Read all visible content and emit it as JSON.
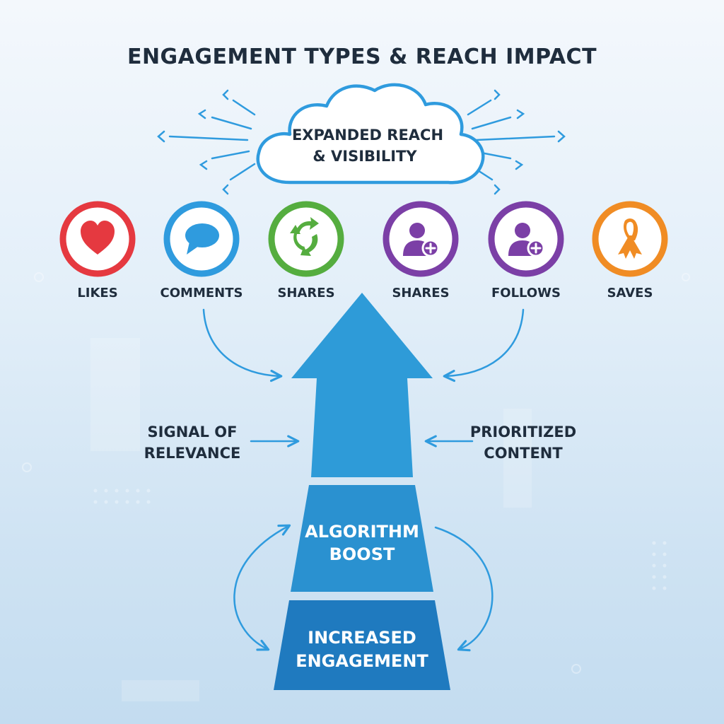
{
  "title": "ENGAGEMENT TYPES & REACH IMPACT",
  "cloud": {
    "line1": "EXPANDED REACH",
    "line2": "& VISIBILITY"
  },
  "engagement_items": [
    {
      "label": "LIKES",
      "icon": "heart-icon",
      "color": "#e53940"
    },
    {
      "label": "COMMENTS",
      "icon": "speech-bubble-icon",
      "color": "#2f9bde"
    },
    {
      "label": "SHARES",
      "icon": "recycle-arrows-icon",
      "color": "#55ad3f"
    },
    {
      "label": "SHARES",
      "icon": "user-plus-icon",
      "color": "#7b3fa6"
    },
    {
      "label": "FOLLOWS",
      "icon": "user-plus-icon",
      "color": "#7b3fa6"
    },
    {
      "label": "SAVES",
      "icon": "ribbon-icon",
      "color": "#f08c24"
    }
  ],
  "side_labels": {
    "left": {
      "line1": "SIGNAL OF",
      "line2": "RELEVANCE"
    },
    "right": {
      "line1": "PRIORITIZED",
      "line2": "CONTENT"
    }
  },
  "segments": {
    "middle": {
      "line1": "ALGORITHM",
      "line2": "BOOST"
    },
    "bottom": {
      "line1": "INCREASED",
      "line2": "ENGAGEMENT"
    }
  },
  "colors": {
    "arrow_top": "#2e9bd8",
    "arrow_middle": "#2a91d0",
    "arrow_bottom": "#1f7abf",
    "connector": "#2f9bde",
    "text_dark": "#1f2d3d",
    "cloud_stroke": "#2f9bde"
  }
}
